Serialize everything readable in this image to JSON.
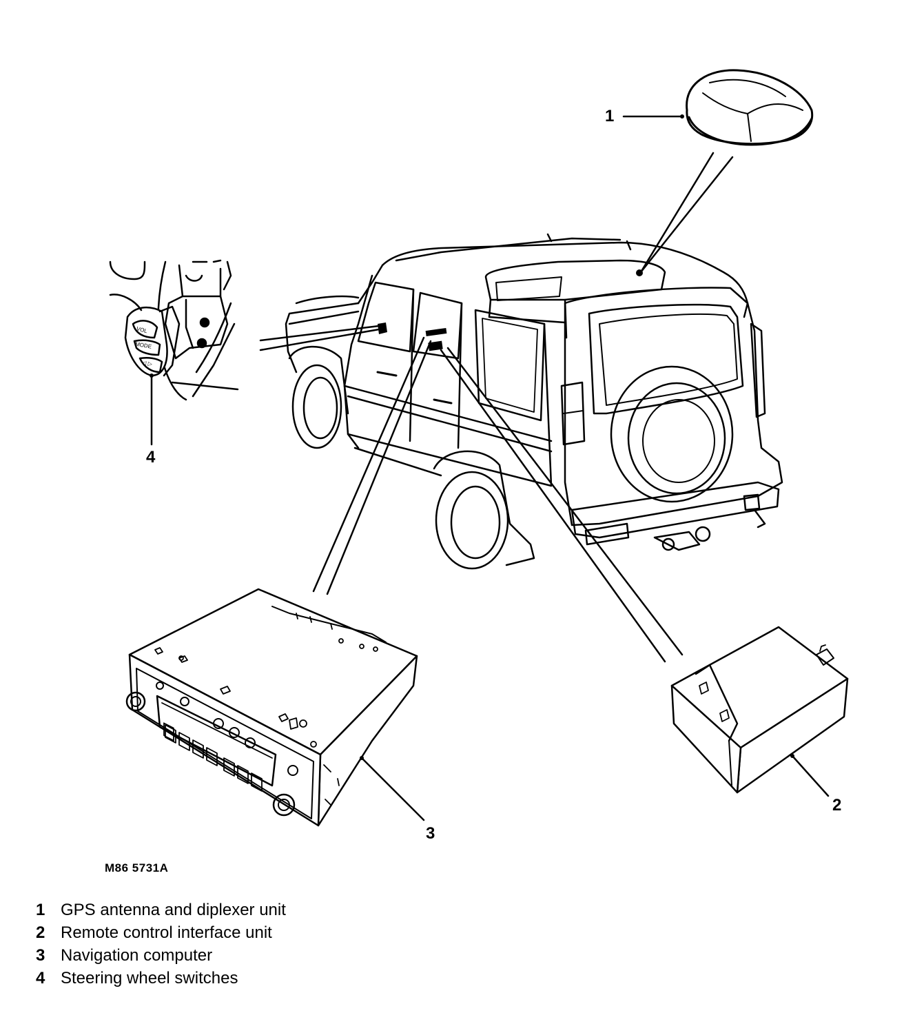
{
  "figure": {
    "code": "M86 5731A",
    "callouts": [
      {
        "number": "1",
        "part": "gps-antenna"
      },
      {
        "number": "2",
        "part": "remote-control-interface-unit"
      },
      {
        "number": "3",
        "part": "navigation-computer"
      },
      {
        "number": "4",
        "part": "steering-wheel-switches"
      }
    ],
    "switch_labels": {
      "vol": "VOL",
      "mode": "MODE",
      "arrows": "◁ ▷"
    }
  },
  "legend": [
    {
      "number": "1",
      "label": "GPS antenna and diplexer unit"
    },
    {
      "number": "2",
      "label": "Remote control interface unit"
    },
    {
      "number": "3",
      "label": "Navigation computer"
    },
    {
      "number": "4",
      "label": "Steering wheel switches"
    }
  ],
  "colors": {
    "line": "#000000",
    "background": "#ffffff",
    "shade": "#e6e6e6"
  }
}
